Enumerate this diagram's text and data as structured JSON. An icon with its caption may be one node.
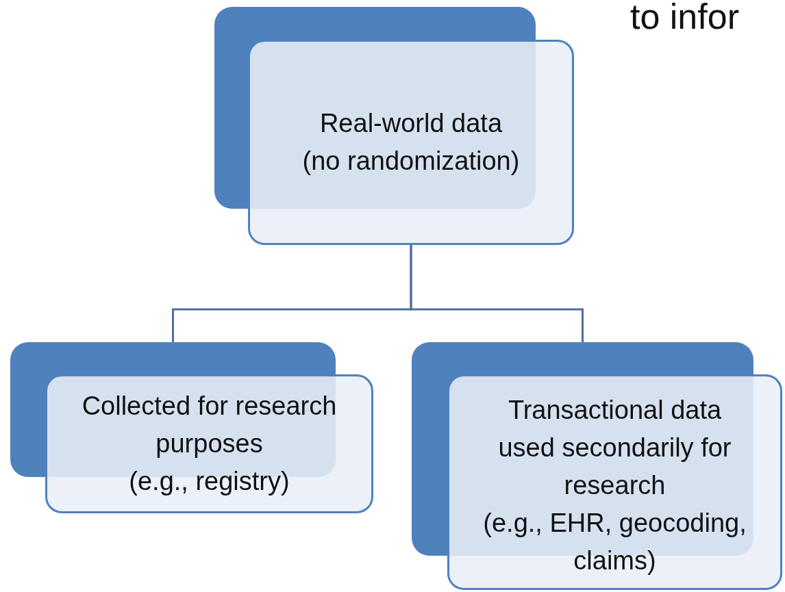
{
  "diagram": {
    "nodes": [
      {
        "text": [
          "Real-world data",
          "(no randomization)"
        ]
      },
      {
        "text": [
          "Collected for research purposes",
          "(e.g., registry)"
        ]
      },
      {
        "text": [
          "Transactional data used secondarily for research",
          "(e.g., EHR, geocoding, claims)"
        ]
      }
    ],
    "edges": [
      {
        "from": 0,
        "to": 1,
        "arrow": "none"
      },
      {
        "from": 0,
        "to": 2,
        "arrow": "none"
      }
    ],
    "labels": [
      "to infor"
    ]
  }
}
